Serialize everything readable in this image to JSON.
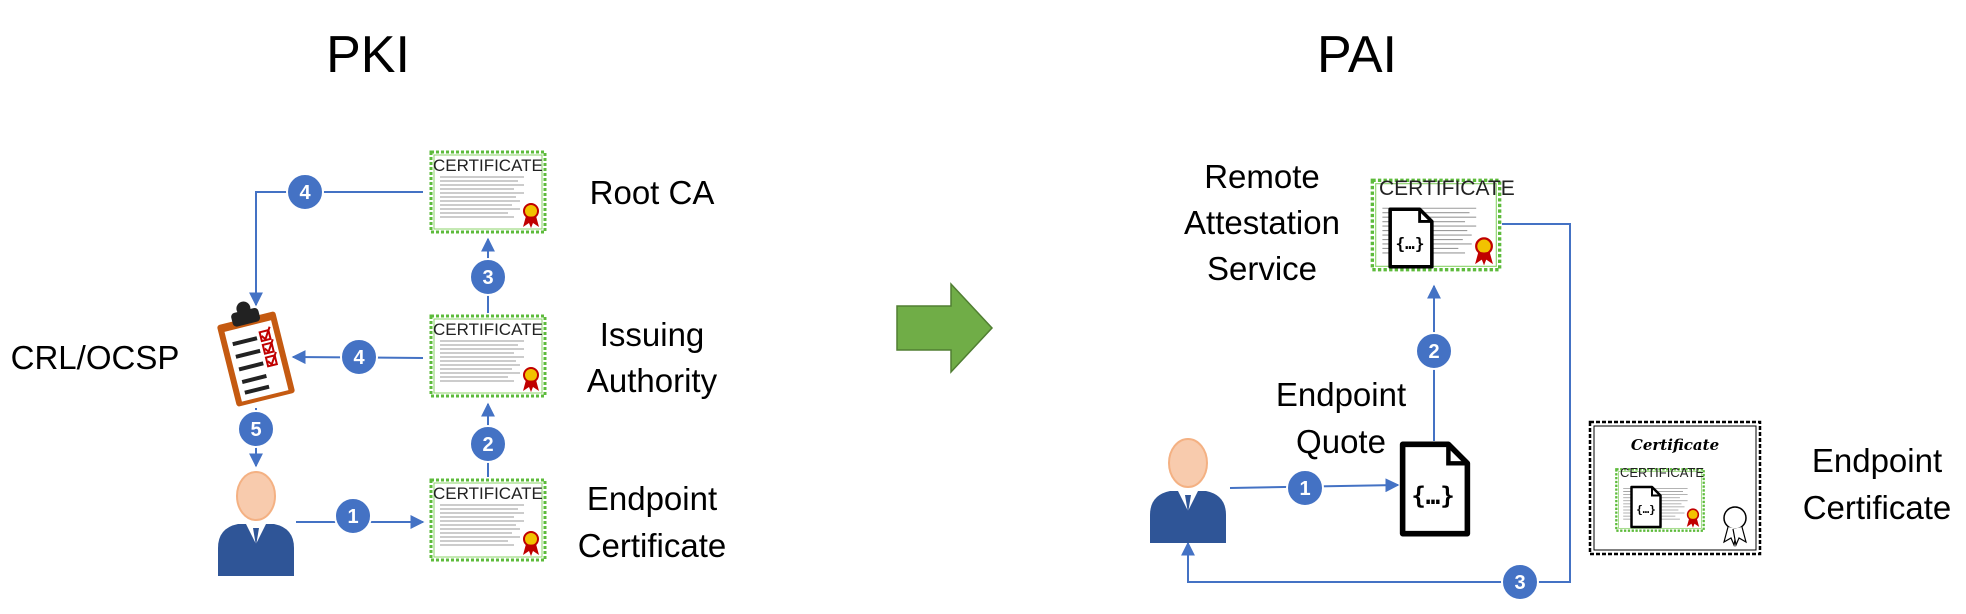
{
  "pki": {
    "title": "PKI",
    "labels": {
      "root_ca": "Root CA",
      "issuing_line1": "Issuing",
      "issuing_line2": "Authority",
      "endpoint_line1": "Endpoint",
      "endpoint_line2": "Certificate",
      "crl": "CRL/OCSP"
    },
    "steps": {
      "s1": "1",
      "s2": "2",
      "s3": "3",
      "s4a": "4",
      "s4b": "4",
      "s5": "5"
    }
  },
  "pai": {
    "title": "PAI",
    "labels": {
      "ras_line1": "Remote",
      "ras_line2": "Attestation",
      "ras_line3": "Service",
      "quote_line1": "Endpoint",
      "quote_line2": "Quote",
      "endpoint_line1": "Endpoint",
      "endpoint_line2": "Certificate"
    },
    "steps": {
      "s1": "1",
      "s2": "2",
      "s3": "3"
    }
  },
  "certificate_word": "CERTIFICATE",
  "certificate_script_word": "Certificate",
  "json_glyph": "{…}",
  "colors": {
    "connector": "#4472C4",
    "step_badge": "#4472C4",
    "arrow_fill": "#70AD47",
    "cert_border": "#5DBB3B",
    "person_suit": "#2F5597",
    "person_head": "#F8CBAD",
    "clipboard": "#C55A11"
  },
  "icons": [
    "certificate-icon",
    "person-icon",
    "clipboard-checklist-icon",
    "json-document-icon",
    "transition-arrow-icon",
    "award-ribbon-icon"
  ]
}
